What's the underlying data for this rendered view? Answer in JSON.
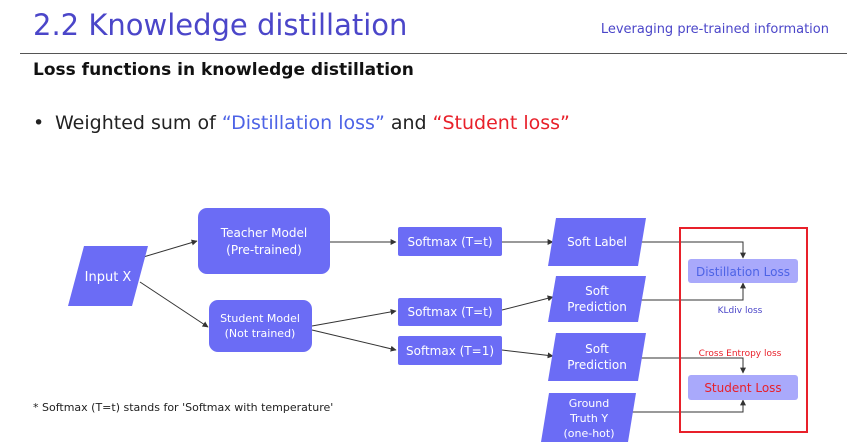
{
  "header": {
    "title": "2.2 Knowledge distillation",
    "subtitle": "Leveraging pre-trained information"
  },
  "section_title": "Loss functions in knowledge distillation",
  "bullet": {
    "prefix": "Weighted sum of ",
    "term1": "“Distillation loss”",
    "joiner": " and ",
    "term2": "“Student loss”"
  },
  "diagram": {
    "input": "Input X",
    "teacher": {
      "line1": "Teacher Model",
      "line2": "(Pre-trained)"
    },
    "student": {
      "line1": "Student Model",
      "line2": "(Not trained)"
    },
    "softmax_teacher": "Softmax (T=t)",
    "softmax_student_t": "Softmax (T=t)",
    "softmax_student_1": "Softmax (T=1)",
    "soft_label": "Soft Label",
    "soft_prediction_1": {
      "line1": "Soft",
      "line2": "Prediction"
    },
    "soft_prediction_2": {
      "line1": "Soft",
      "line2": "Prediction"
    },
    "ground_truth": {
      "line1": "Ground",
      "line2": "Truth Y",
      "line3": "(one-hot)"
    },
    "distillation_loss": "Distillation Loss",
    "student_loss": "Student Loss",
    "kldiv_label": "KLdiv loss",
    "cross_entropy_label": "Cross Entropy loss"
  },
  "footnote": "* Softmax (T=t) stands for 'Softmax with temperature'",
  "colors": {
    "title": "#4b46c9",
    "node": "#6b6cf5",
    "loss_box": "#a9a9fb",
    "highlight_frame": "#e8202a",
    "distillation_text": "#4d63e6",
    "student_text": "#e8202a"
  }
}
